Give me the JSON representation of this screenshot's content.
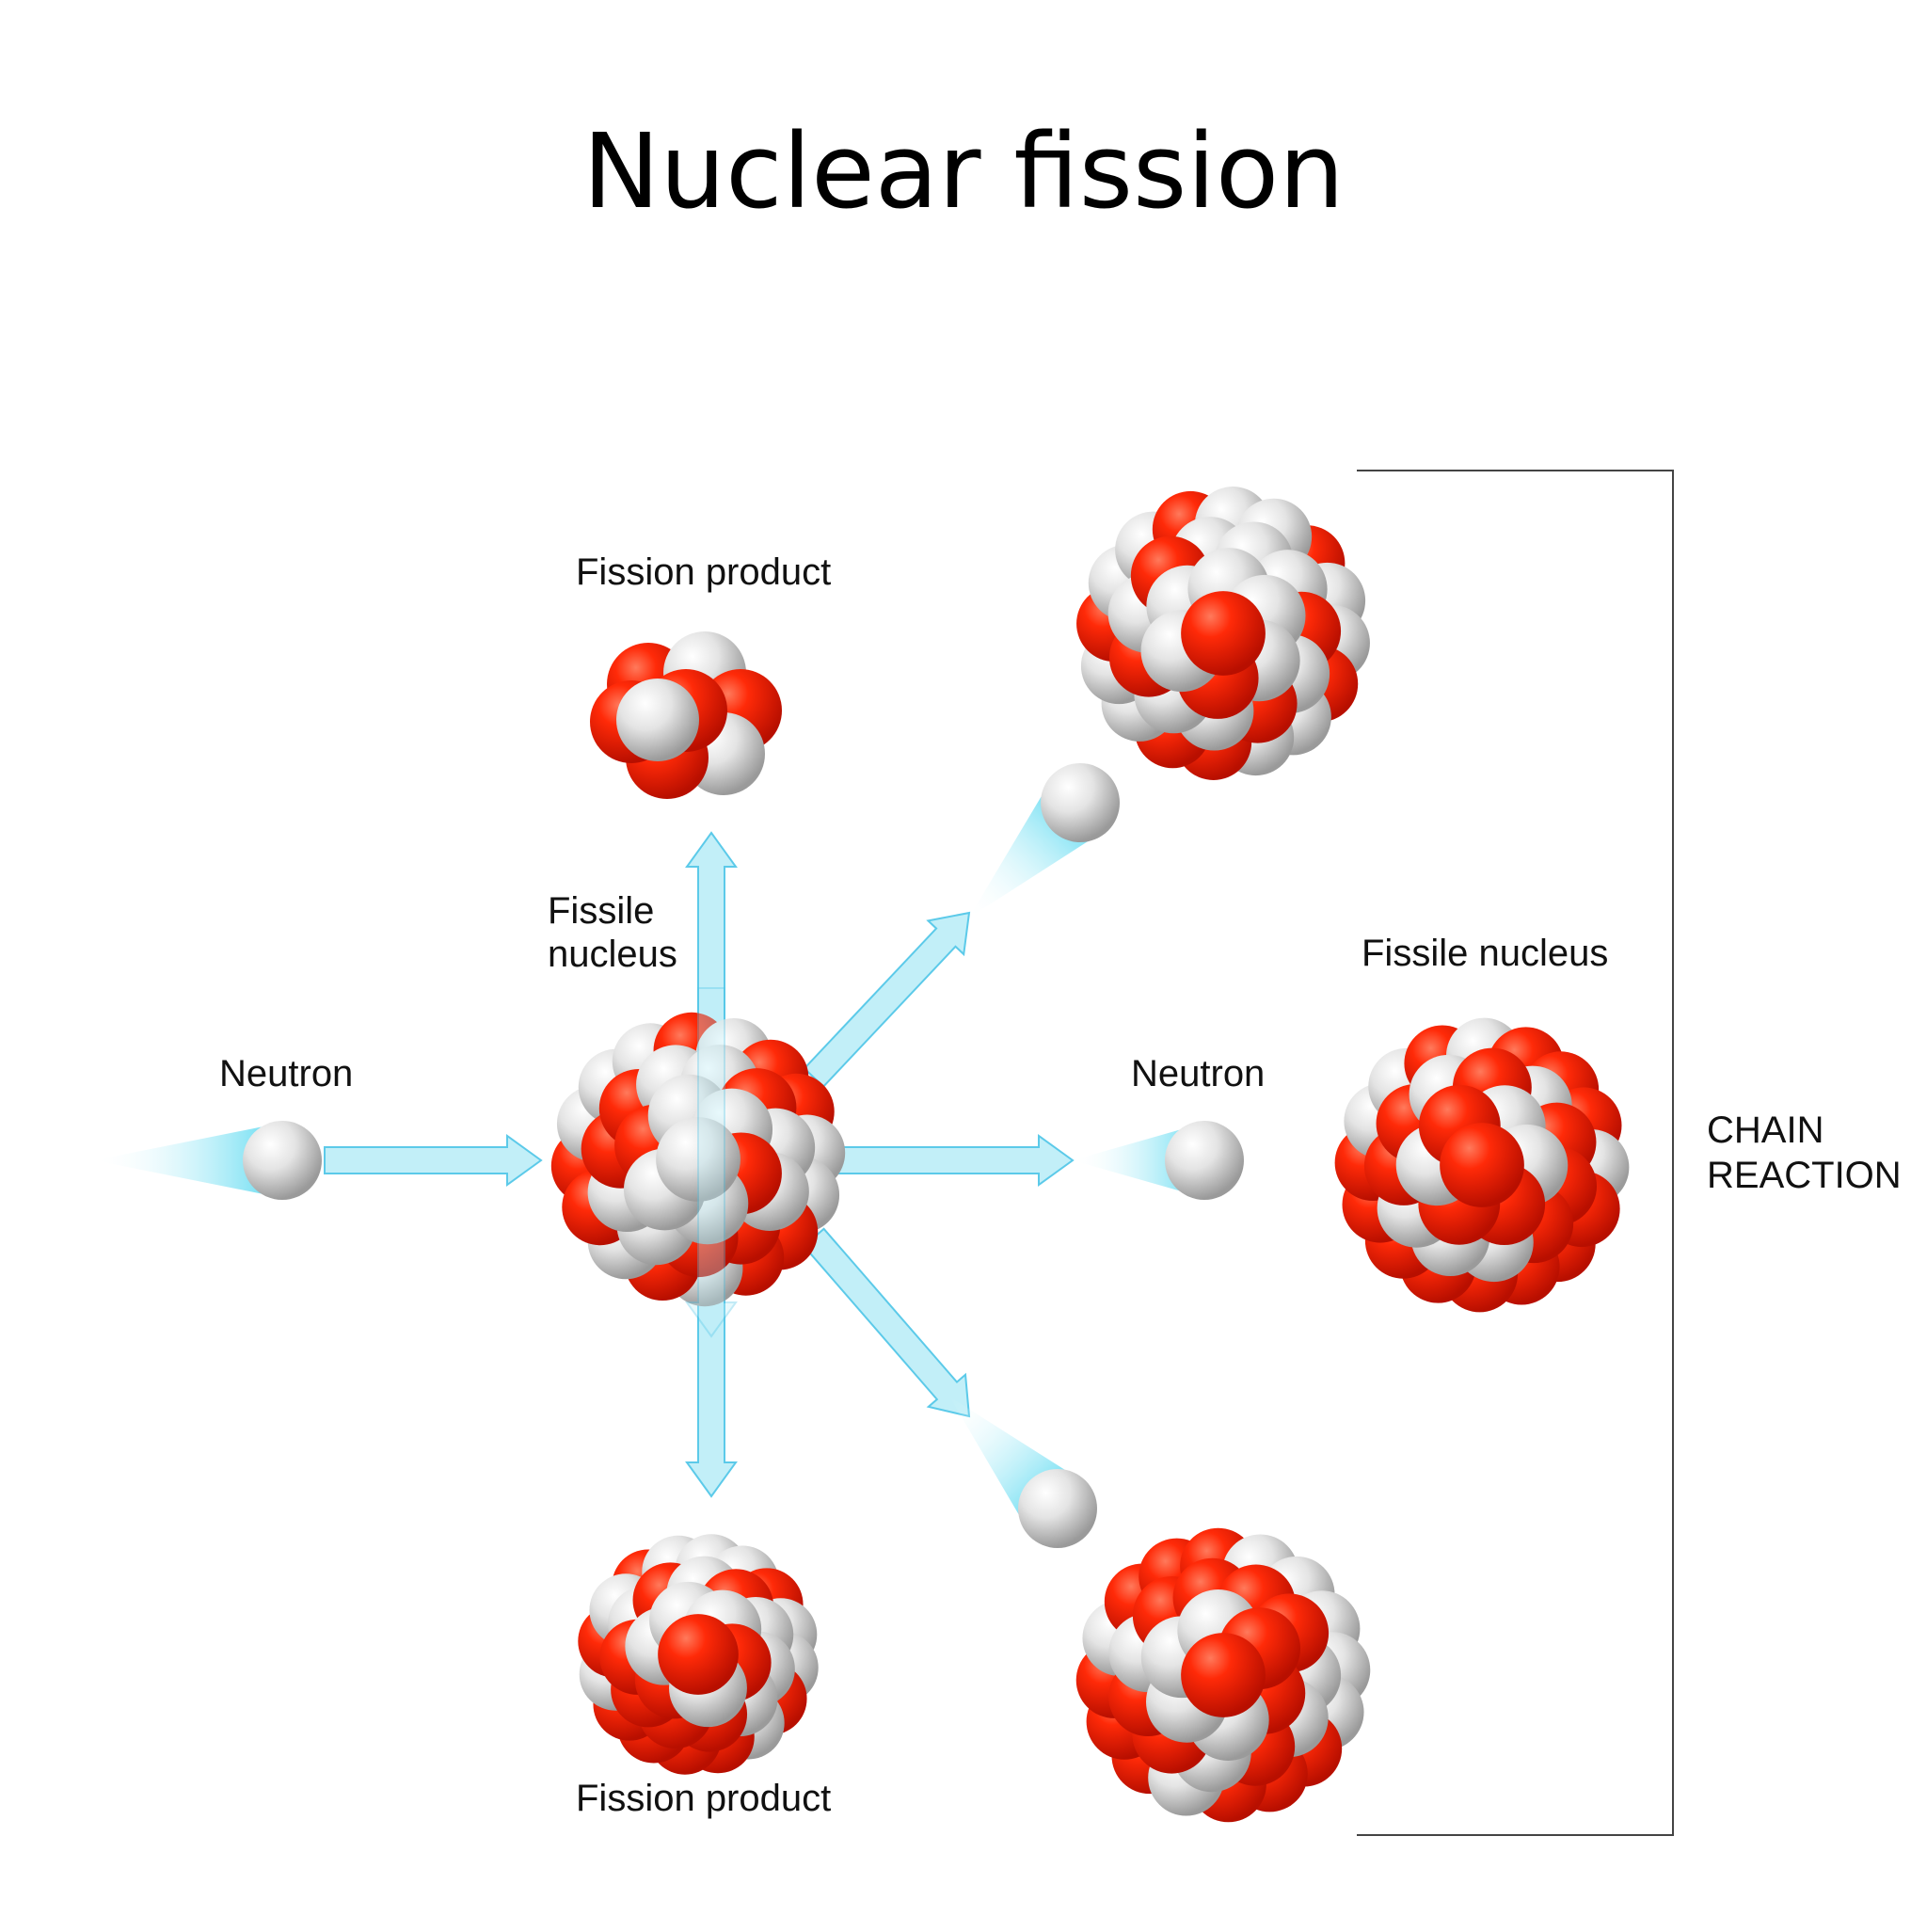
{
  "title": "Nuclear fission",
  "labels": {
    "fission_product_top": "Fission product",
    "fission_product_bottom": "Fission product",
    "fissile_nucleus_center_line1": "Fissile",
    "fissile_nucleus_center_line2": "nucleus",
    "fissile_nucleus_right": "Fissile nucleus",
    "neutron_left": "Neutron",
    "neutron_right": "Neutron",
    "chain_reaction_line1": "CHAIN",
    "chain_reaction_line2": "REACTION"
  },
  "colors": {
    "proton": "#ee2200",
    "neutron": "#d8d8d8",
    "arrow_fill": "#bdeef8",
    "arrow_stroke": "#4fc6e8",
    "bracket": "#444444"
  }
}
